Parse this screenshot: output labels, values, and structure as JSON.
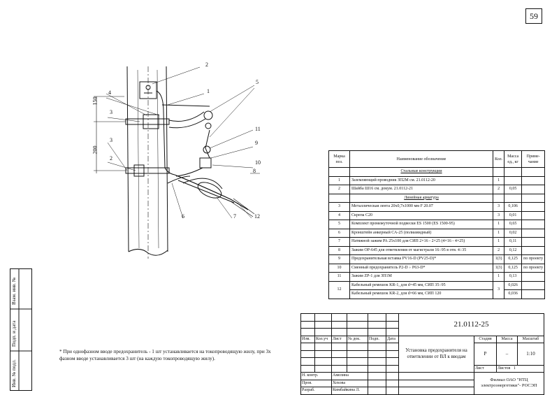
{
  "page_number": "59",
  "drawing": {
    "dims": {
      "d150": "150",
      "d200": "200"
    },
    "callouts": [
      "1",
      "2",
      "3",
      "3",
      "2",
      "4",
      "5",
      "6",
      "7",
      "8",
      "9",
      "10",
      "11",
      "12"
    ]
  },
  "spec_table": {
    "headers": {
      "mark": "Марка поз.",
      "name": "Наименование обозначение",
      "qty": "Кол.",
      "mass": "Масса ед., кг",
      "note": "Приме- чание"
    },
    "sections": {
      "structures": "Стальные конструкции",
      "fittings": "Линейная арматура"
    },
    "rows": [
      {
        "pos": "1",
        "name": "Заземляющий проводник ЗП2М см. 21.0112-20",
        "qty": "1",
        "mass": "",
        "note": ""
      },
      {
        "pos": "2",
        "name": "Шайба Ш16 см. докум. 21.0112-21",
        "qty": "2",
        "mass": "0,05",
        "note": ""
      },
      {
        "pos": "3",
        "name": "Металлическая лента 20х0,7х1000 мм F 20.07",
        "qty": "3",
        "mass": "0,106",
        "note": ""
      },
      {
        "pos": "4",
        "name": "Скрепа С20",
        "qty": "3",
        "mass": "0,01",
        "note": ""
      },
      {
        "pos": "5",
        "name": "Комплект промежуточной подвески ES 1500 (ES 1500-95)",
        "qty": "1",
        "mass": "0,65",
        "note": ""
      },
      {
        "pos": "6",
        "name": "Кронштейн анкерный СА-25 (полиамидный)",
        "qty": "1",
        "mass": "0,02",
        "note": ""
      },
      {
        "pos": "7",
        "name": "Натяжной зажим РА 25х100 для СИП 2×16 - 2×25 (4×16 - 4×25)",
        "qty": "1",
        "mass": "0,11",
        "note": ""
      },
      {
        "pos": "8",
        "name": "Зажим OP-645 для ответвления от магистрали 16÷95 в отв. 4÷35",
        "qty": "2",
        "mass": "0,12",
        "note": ""
      },
      {
        "pos": "9",
        "name": "Предохранительная вставка PV16-D (PV25-D)*",
        "qty": "1(3)",
        "mass": "0,125",
        "note": "по проекту"
      },
      {
        "pos": "10",
        "name": "Сменный предохранитель P2-D ÷ P63-D*",
        "qty": "1(3)",
        "mass": "0,125",
        "note": "по проекту"
      },
      {
        "pos": "11",
        "name": "Зажим ZP-1 для ЗП1М",
        "qty": "1",
        "mass": "0,13",
        "note": ""
      },
      {
        "pos": "12",
        "name": "Кабельный ремешок KR-1, для d=45 мм, СИП 35÷95",
        "qty": "3",
        "mass": "0,026",
        "note": ""
      },
      {
        "pos": "",
        "name": "Кабельный ремешок KR-2, для d=66 мм, СИП 120",
        "qty": "",
        "mass": "0,036",
        "note": ""
      }
    ]
  },
  "note": "* При однофазном вводе предохранитель - 1 шт устанавливается на токопроводящую жилу, при 3х фазном вводе устанавливается 3 шт (на каждую токопроводящую жилу).",
  "title_block": {
    "doc_code": "21.0112-25",
    "col_headers": [
      "Изм.",
      "Кол.уч",
      "Лист",
      "№ док.",
      "Подп.",
      "Дата"
    ],
    "title": "Установка предохранителя на ответвлении от ВЛ к вводам",
    "stage_label": "Стадия",
    "mass_label": "Масса",
    "scale_label": "Масштаб",
    "stage": "Р",
    "mass": "–",
    "scale": "1:10",
    "sheet_label": "Лист",
    "sheets_label": "Листов",
    "sheets": "1",
    "org": "Филиал ОАО \"НТЦ электроэнергетики\"- РОСЭП",
    "roles": [
      {
        "role": "Н. контр.",
        "name": "Амелина"
      },
      {
        "role": "Пров.",
        "name": "Хохова"
      },
      {
        "role": "Разраб.",
        "name": "Кимбайкина Л."
      }
    ]
  },
  "side_stamp": [
    "Инв. № подл.",
    "Подп. и дата",
    "Взам. инв. №"
  ]
}
